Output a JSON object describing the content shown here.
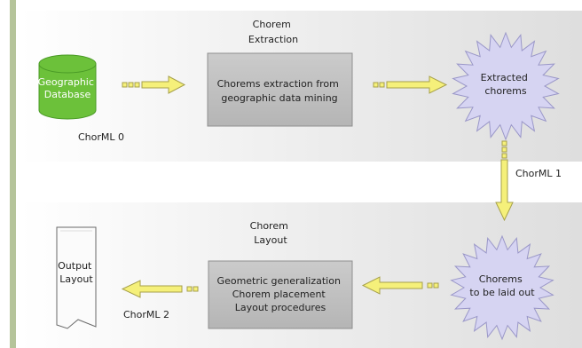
{
  "colors": {
    "sidebar": "#b5c49a",
    "band_light": "#f2f2f2",
    "band_mid": "#e4e4e4",
    "database": "#6cc13a",
    "database_dark": "#4a9a26",
    "box": "#c2c2c2",
    "box_border": "#8f8f8f",
    "burst": "#d6d4f2",
    "burst_border": "#9a97c8",
    "arrow": "#f5f07a",
    "arrow_border": "#a6a04a"
  },
  "extraction": {
    "stage_title": [
      "Chorem",
      "Extraction"
    ],
    "database_label": [
      "Geographic",
      "Database"
    ],
    "process_label": [
      "Chorems extraction from",
      "geographic data mining"
    ],
    "result_label": [
      "Extracted",
      "chorems"
    ],
    "chorml_label": "ChorML 0"
  },
  "transition": {
    "chorml_label": "ChorML 1"
  },
  "layout": {
    "stage_title": [
      "Chorem",
      "Layout"
    ],
    "input_label": [
      "Chorems",
      "to be laid out"
    ],
    "process_label": [
      "Geometric generalization",
      "Chorem placement",
      "Layout procedures"
    ],
    "output_label": [
      "Output",
      "Layout"
    ],
    "chorml_label": "ChorML 2"
  }
}
